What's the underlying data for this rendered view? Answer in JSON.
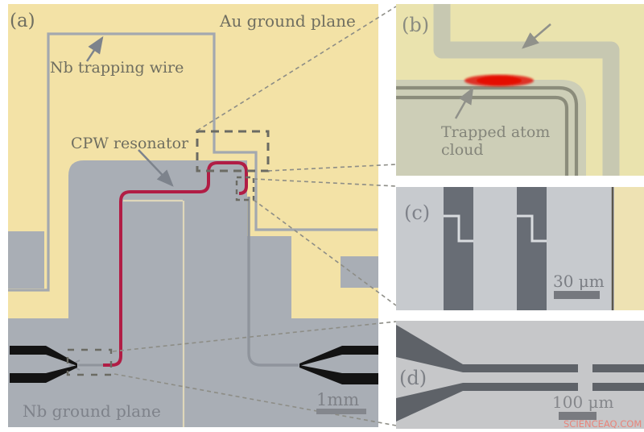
{
  "figure_title": "Atom chip with CPW resonator figure",
  "colors": {
    "au_gold": "#f3e2a6",
    "nb_gray": "#a9aeb5",
    "resonator_red": "#b11d45",
    "atom_cloud_red": "#e0170a",
    "micrograph_gold": "#eae3ae",
    "micrograph_cpw": "#cdceb7",
    "micrograph_gray_c": "#c7cace",
    "micrograph_gray_d": "#c6c7c9",
    "dark_metal": "#686d75",
    "watermark_pink": "#e8857b"
  },
  "panel_a": {
    "label": "(a)",
    "au_ground_plane_label": "Au ground plane",
    "nb_trapping_wire_label": "Nb trapping wire",
    "cpw_resonator_label": "CPW resonator",
    "nb_ground_plane_label": "Nb ground plane",
    "scale_bar_label": "1mm"
  },
  "panel_b": {
    "label": "(b)",
    "trapped_atom_cloud_label_line1": "Trapped atom",
    "trapped_atom_cloud_label_line2": "cloud"
  },
  "panel_c": {
    "label": "(c)",
    "scale_bar_label": "30 μm"
  },
  "panel_d": {
    "label": "(d)",
    "scale_bar_label": "100 μm",
    "watermark": "SCIENCEAQ.COM"
  }
}
